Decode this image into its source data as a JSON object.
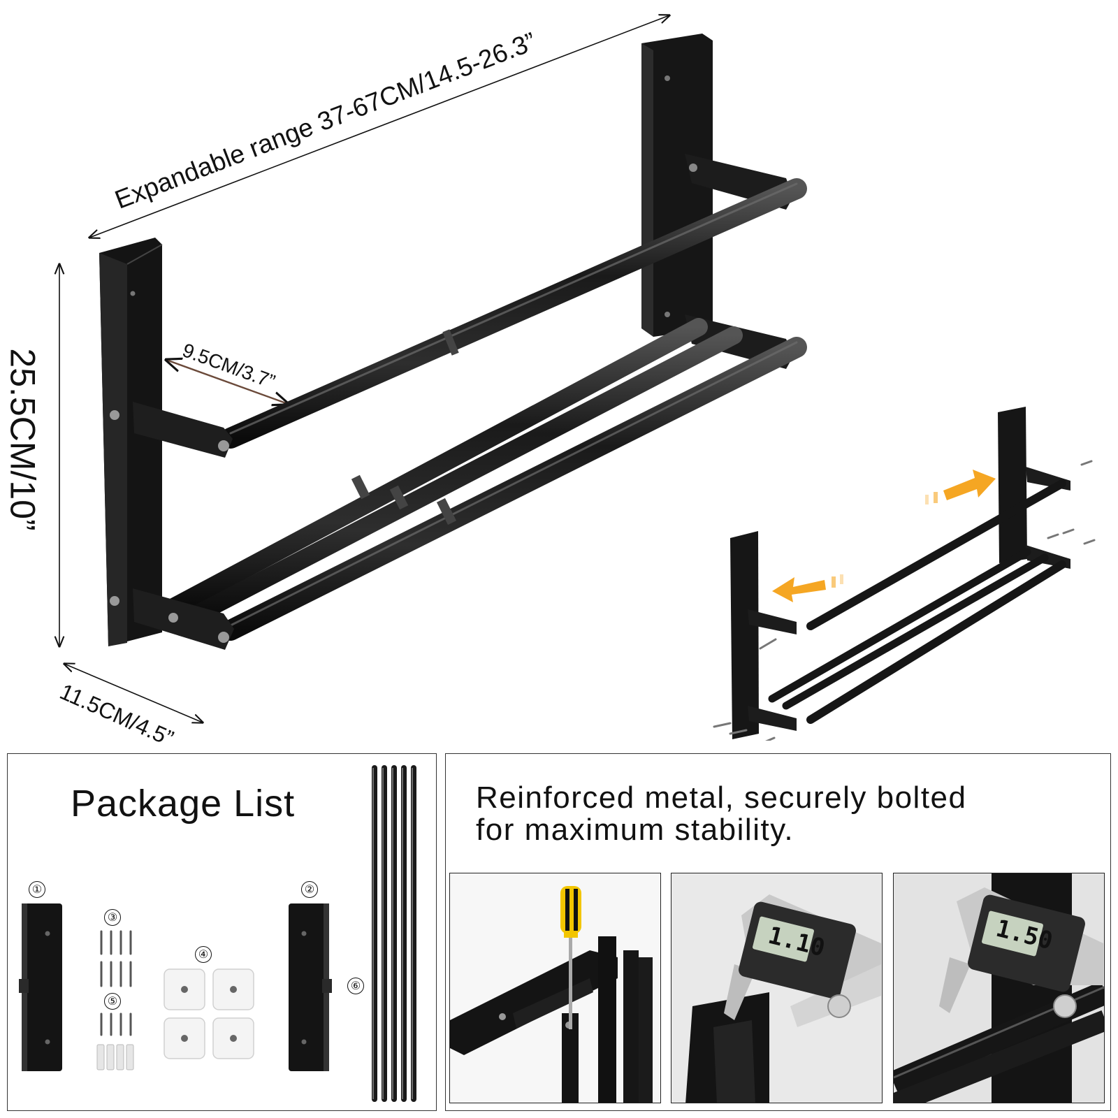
{
  "dimensions": {
    "expandable_range": "Expandable range 37-67CM/14.5-26.3”",
    "height": "25.5CM/10”",
    "rod_spacing": "9.5CM/3.7”",
    "depth": "11.5CM/4.5”"
  },
  "package": {
    "title": "Package List",
    "items": [
      {
        "marker": "①"
      },
      {
        "marker": "②"
      },
      {
        "marker": "③"
      },
      {
        "marker": "④"
      },
      {
        "marker": "⑤"
      },
      {
        "marker": "⑥"
      }
    ]
  },
  "feature": {
    "headline_line1": "Reinforced metal, securely bolted",
    "headline_line2": "for maximum stability."
  },
  "calipers": [
    {
      "reading": "1.10"
    },
    {
      "reading": "1.50"
    }
  ],
  "colors": {
    "metal": "#1a1a1a",
    "arrow": "#f5a623",
    "screwdriver_handle": "#f2c500"
  }
}
